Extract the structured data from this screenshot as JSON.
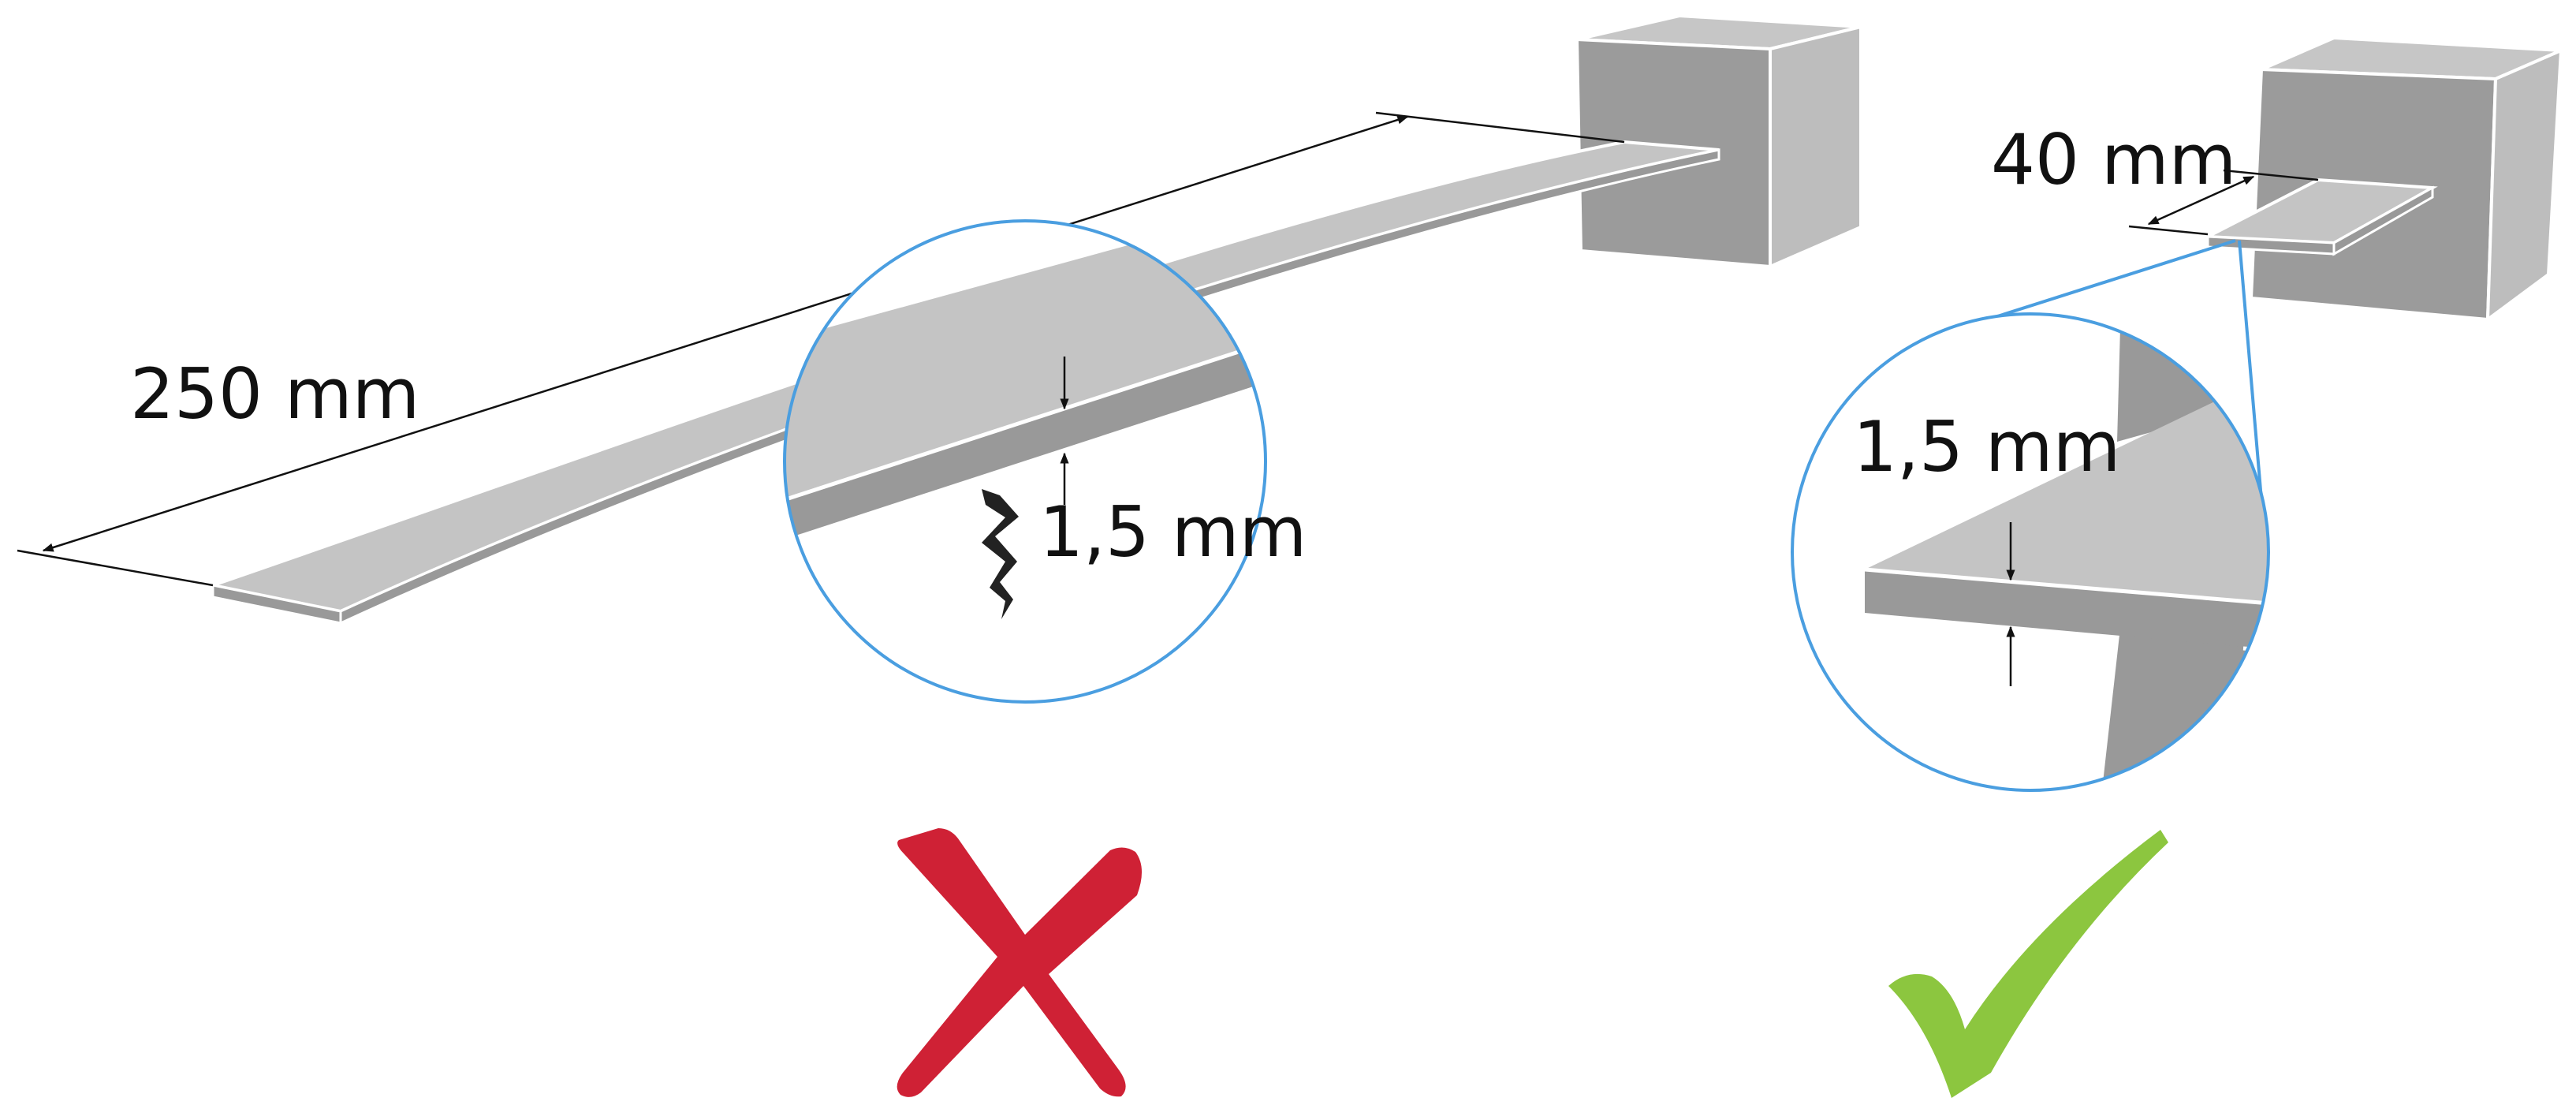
{
  "left_panel": {
    "length_label": "250 mm",
    "thickness_label": "1,5 mm",
    "verdict": "incorrect",
    "verdict_icon": "cross-icon",
    "verdict_color": "#cf2135"
  },
  "right_panel": {
    "width_label": "40 mm",
    "thickness_label": "1,5 mm",
    "verdict": "correct",
    "verdict_icon": "checkmark-icon",
    "verdict_color": "#8cc63f"
  },
  "colors": {
    "block_front": "#9b9b9b",
    "block_side": "#bdbdbd",
    "block_top": "#c6c6c6",
    "strip_top": "#c4c4c4",
    "strip_edge": "#999999",
    "magnifier_outline": "#4a9ee0",
    "crack": "#222222"
  }
}
